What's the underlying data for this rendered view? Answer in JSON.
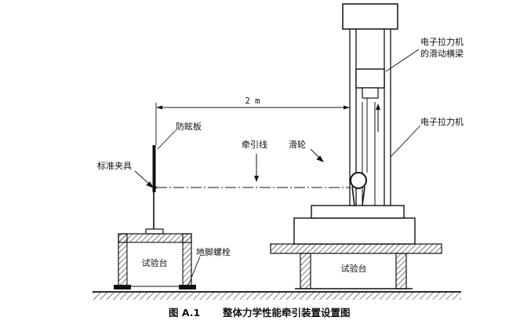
{
  "labels": {
    "dimension": "2 m",
    "shield_plate": "防眩板",
    "pull_line": "牵引线",
    "pulley": "滑轮",
    "standard_clamp": "标准夹具",
    "tensile_machine": "电子拉力机",
    "crossbeam_line1": "电子拉力机",
    "crossbeam_line2": "的滑动横梁",
    "test_bench_left": "试验台",
    "test_bench_right": "试验台",
    "anchor_bolt": "地脚螺栓"
  },
  "caption": {
    "number": "图 A.1",
    "title": "整体力学性能牵引装置设置图"
  },
  "colors": {
    "ink": "#111111",
    "background": "#ffffff"
  }
}
